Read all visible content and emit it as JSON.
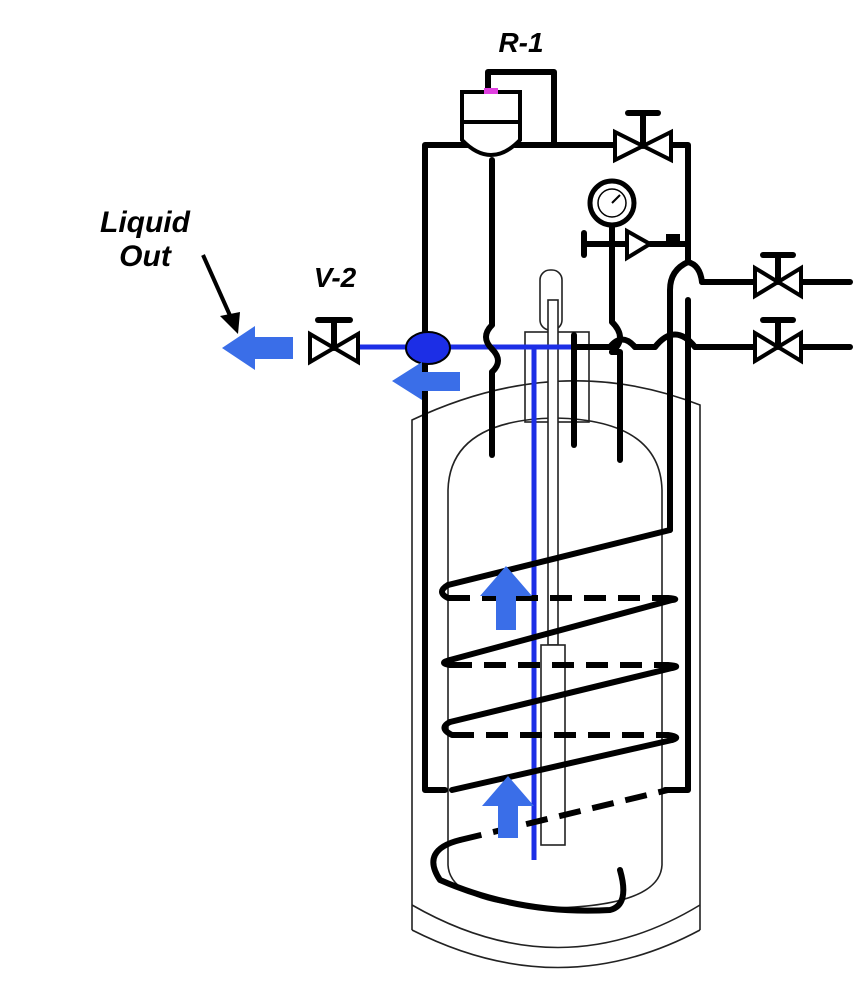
{
  "labels": {
    "regulator": "R-1",
    "valve": "V-2",
    "liquid_out_line1": "Liquid",
    "liquid_out_line2": "Out"
  },
  "colors": {
    "liquid_line": "#1c2ee6",
    "flow_arrows": "#3a6ee8",
    "piping": "#000000",
    "accent": "#e040e0"
  }
}
